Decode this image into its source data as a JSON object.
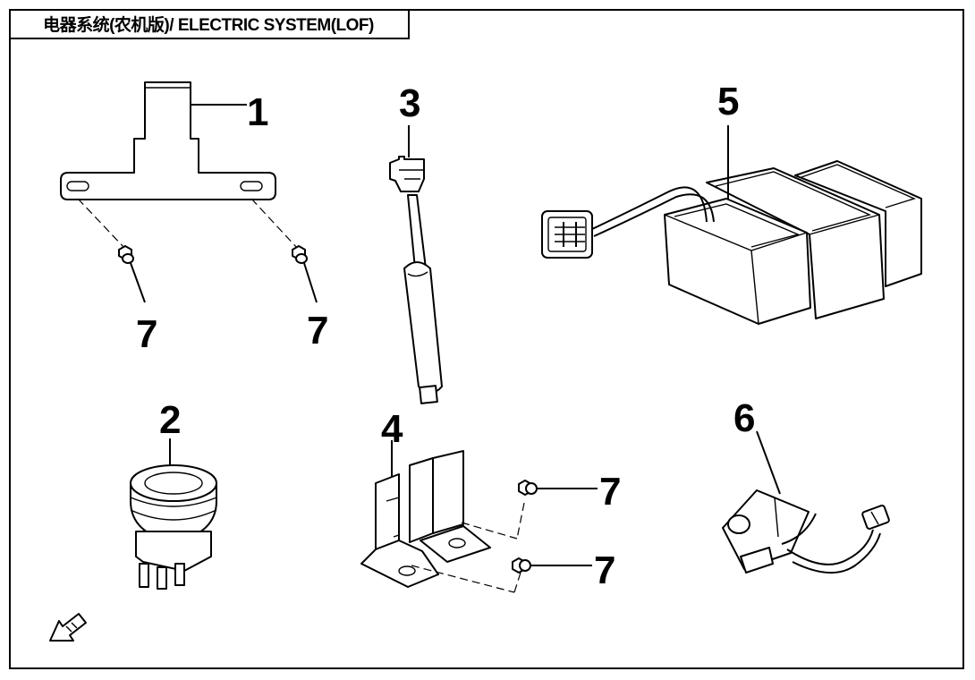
{
  "title": "电器系统(农机版)/ ELECTRIC SYSTEM(LOF)",
  "callouts": {
    "part1": "1",
    "part2": "2",
    "part3": "3",
    "part4": "4",
    "part5": "5",
    "part6": "6",
    "bolt_a": "7",
    "bolt_b": "7",
    "bolt_c": "7",
    "bolt_d": "7"
  },
  "icons": {
    "fwd_arrow": "fwd-arrow-icon"
  }
}
